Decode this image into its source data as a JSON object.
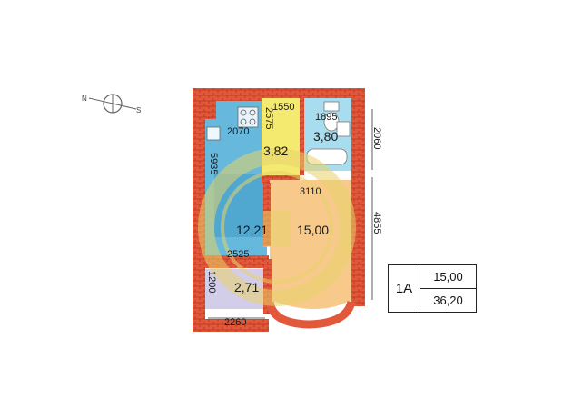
{
  "compass": {
    "north_label": "N",
    "south_label": "S"
  },
  "rooms": {
    "kitchen_living": {
      "area": "12,21"
    },
    "living_room": {
      "area": "15,00"
    },
    "hallway": {
      "area": "3,82"
    },
    "bathroom": {
      "area": "3,80"
    },
    "balcony": {
      "area": "2,71"
    }
  },
  "dimensions": {
    "hall_width": "1550",
    "hall_depth": "2575",
    "bath_width": "1895",
    "bath_height": "2060",
    "kitchen_top": "2070",
    "kitchen_length": "5935",
    "living_top": "3110",
    "living_height": "4855",
    "kitchen_bottom": "2525",
    "balcony_depth": "1200",
    "balcony_width": "2260"
  },
  "summary": {
    "apartment_type": "1А",
    "living_area": "15,00",
    "total_area": "36,20"
  },
  "colors": {
    "wall": "#e2583a",
    "kitchen": "#66b9dd",
    "hallway": "#f4ea70",
    "bathroom": "#a8dcef",
    "living": "#f7c98b",
    "balcony": "#d2cde9",
    "watermark": "#e8d36a"
  }
}
